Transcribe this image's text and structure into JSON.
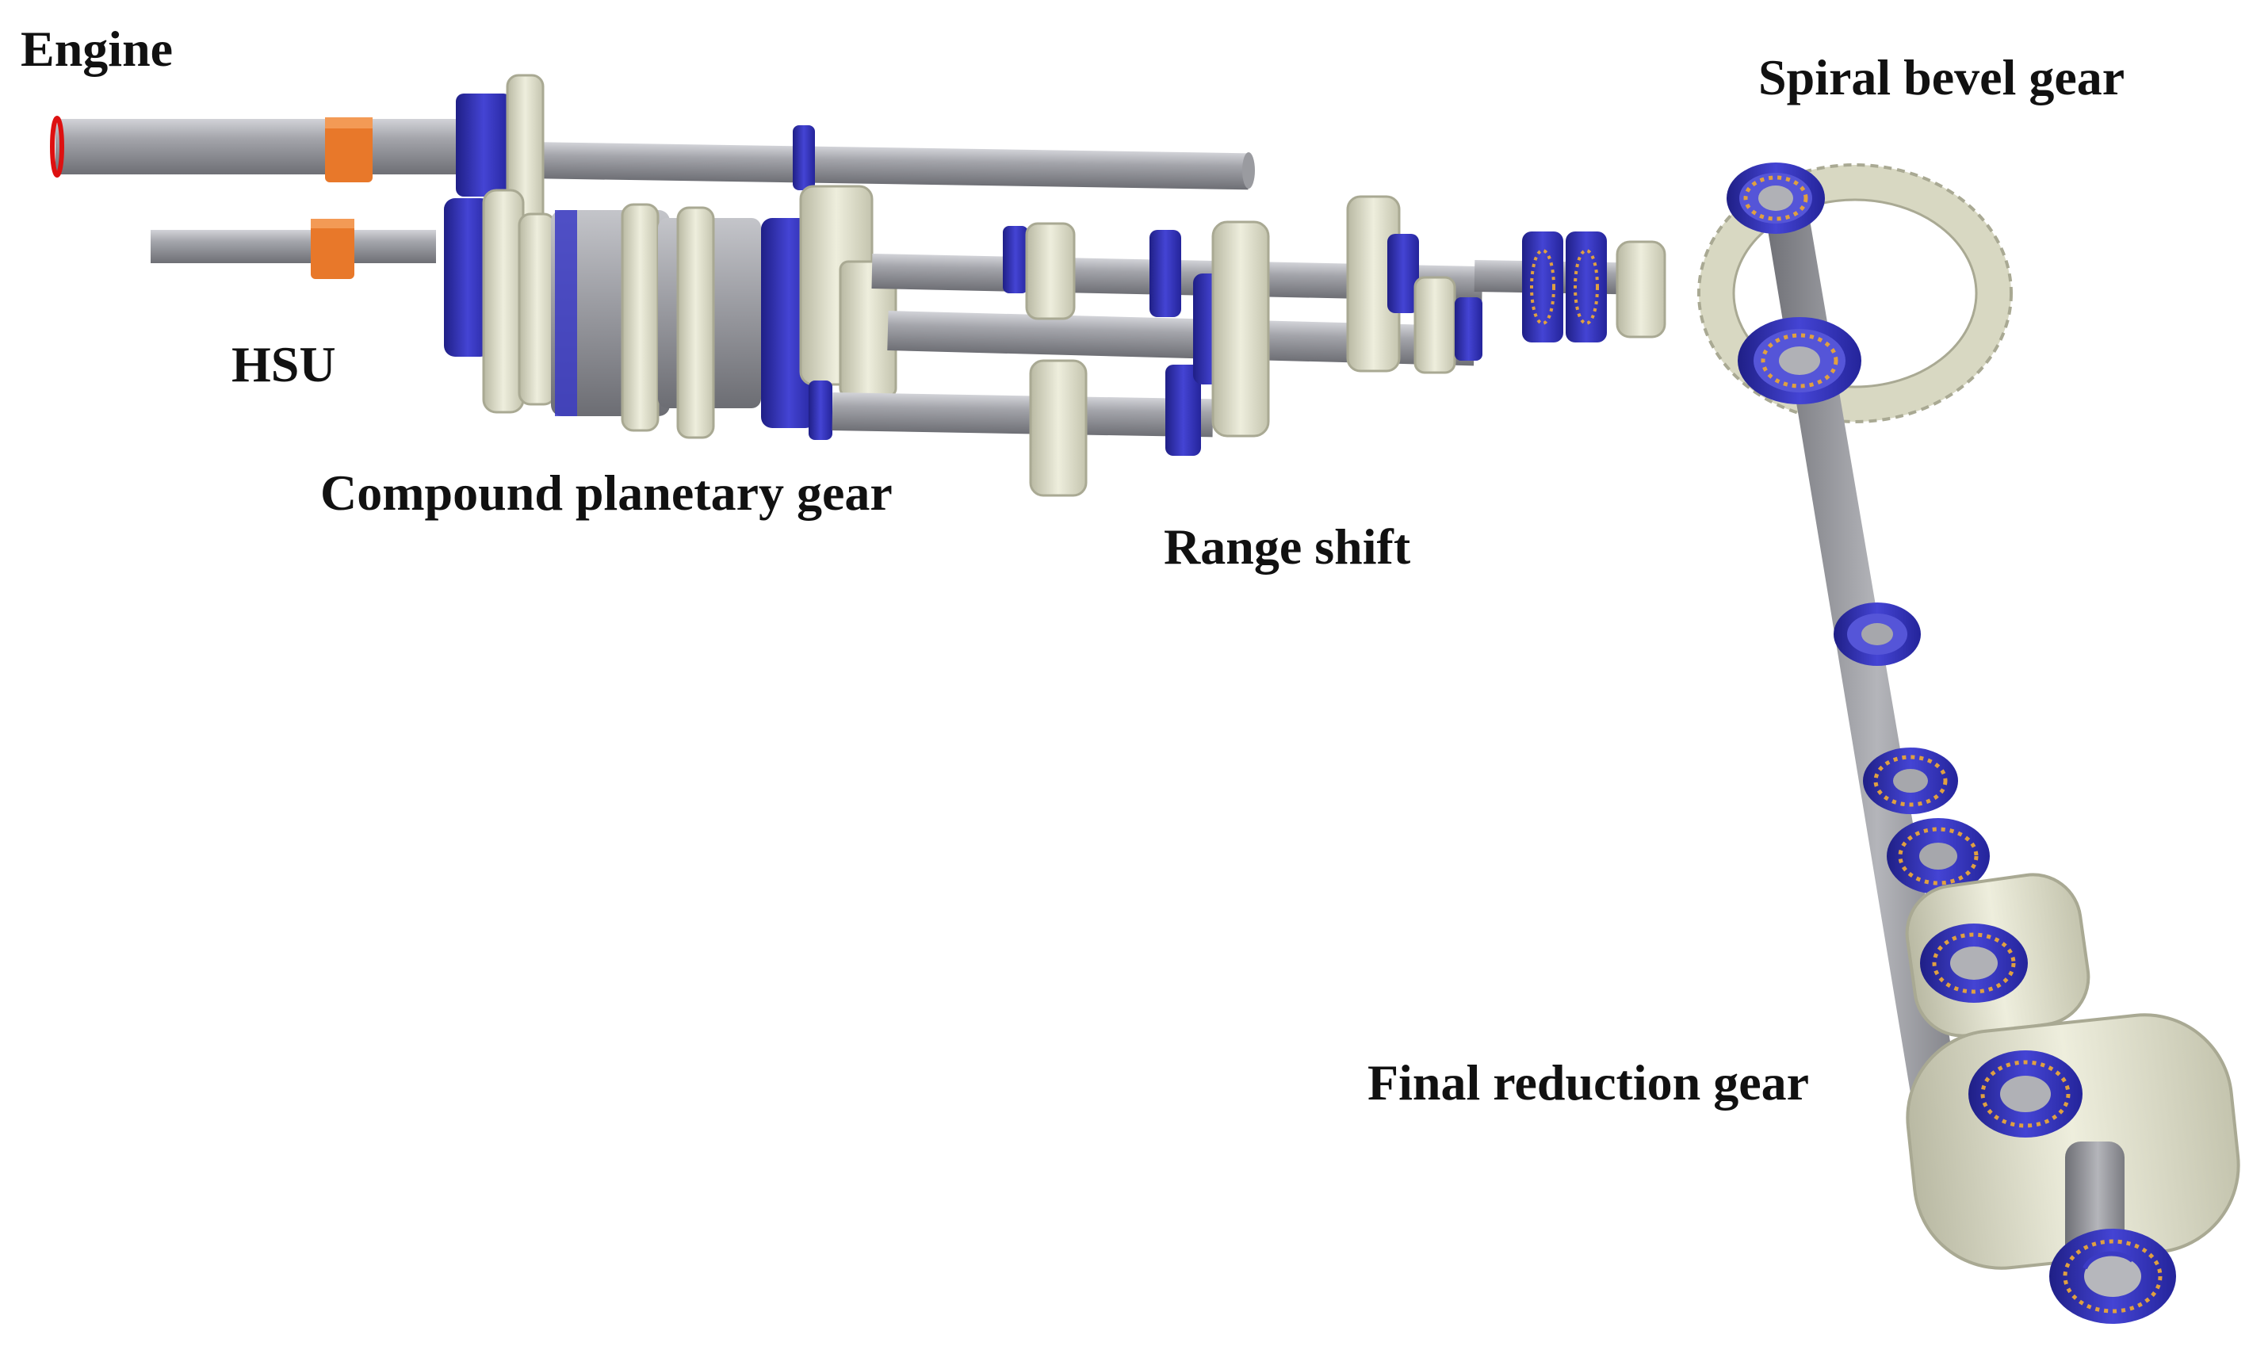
{
  "labels": {
    "engine": "Engine",
    "hsu": "HSU",
    "compound_planetary_gear": "Compound planetary gear",
    "range_shift": "Range shift",
    "spiral_bevel_gear": "Spiral bevel gear",
    "final_reduction_gear": "Final reduction gear"
  },
  "colors": {
    "shaft": "#8f9096",
    "shaft_light": "#c9cacf",
    "bearing": "#3b3bc4",
    "bearing_dark": "#22228a",
    "gear": "#e6e6d4",
    "gear_dark": "#a9a993",
    "coupling": "#e8782a",
    "ball": "#e0a040",
    "marker": "#dd1111"
  }
}
